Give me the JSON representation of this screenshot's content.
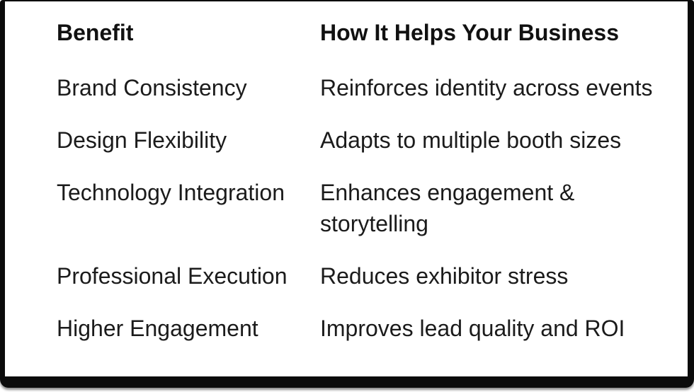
{
  "card": {
    "background": "#ffffff",
    "frame_color": "#0b0b0b",
    "text_color": "#1b1b1b"
  },
  "table": {
    "headers": [
      {
        "label": "Benefit"
      },
      {
        "label": "How It Helps Your Business"
      }
    ],
    "rows": [
      {
        "benefit": "Brand Consistency",
        "help": "Reinforces identity across events"
      },
      {
        "benefit": "Design Flexibility",
        "help": "Adapts to multiple booth sizes"
      },
      {
        "benefit": "Technology Integration",
        "help": "Enhances engagement & storytelling"
      },
      {
        "benefit": "Professional Execution",
        "help": "Reduces exhibitor stress"
      },
      {
        "benefit": "Higher Engagement",
        "help": "Improves lead quality and ROI"
      }
    ]
  }
}
